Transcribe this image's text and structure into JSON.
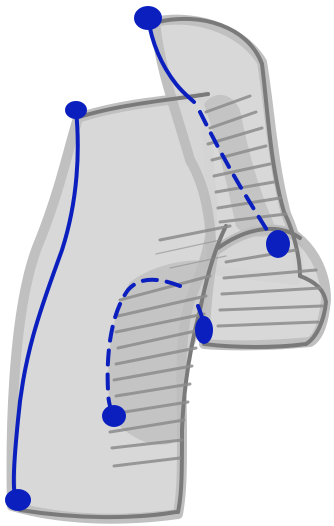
{
  "diagram": {
    "description_visible_text": "",
    "colors": {
      "background": "#ffffff",
      "body_fill": "#d6d6d6",
      "body_shadow": "#bdbdbd",
      "outline": "#7a7a7a",
      "texture": "#8c8c8c",
      "boundary_curve": "#0b1fbf"
    },
    "parts": [
      {
        "name": "left-tube"
      },
      {
        "name": "right-upper-tube"
      },
      {
        "name": "right-lower-tube"
      }
    ],
    "boundary_markers": [
      {
        "name": "top-left-endpoint"
      },
      {
        "name": "top-right-endpoint"
      },
      {
        "name": "bottom-left-endpoint"
      },
      {
        "name": "right-junction-endpoint"
      },
      {
        "name": "inner-left-endpoint"
      },
      {
        "name": "inner-right-endpoint"
      }
    ]
  }
}
